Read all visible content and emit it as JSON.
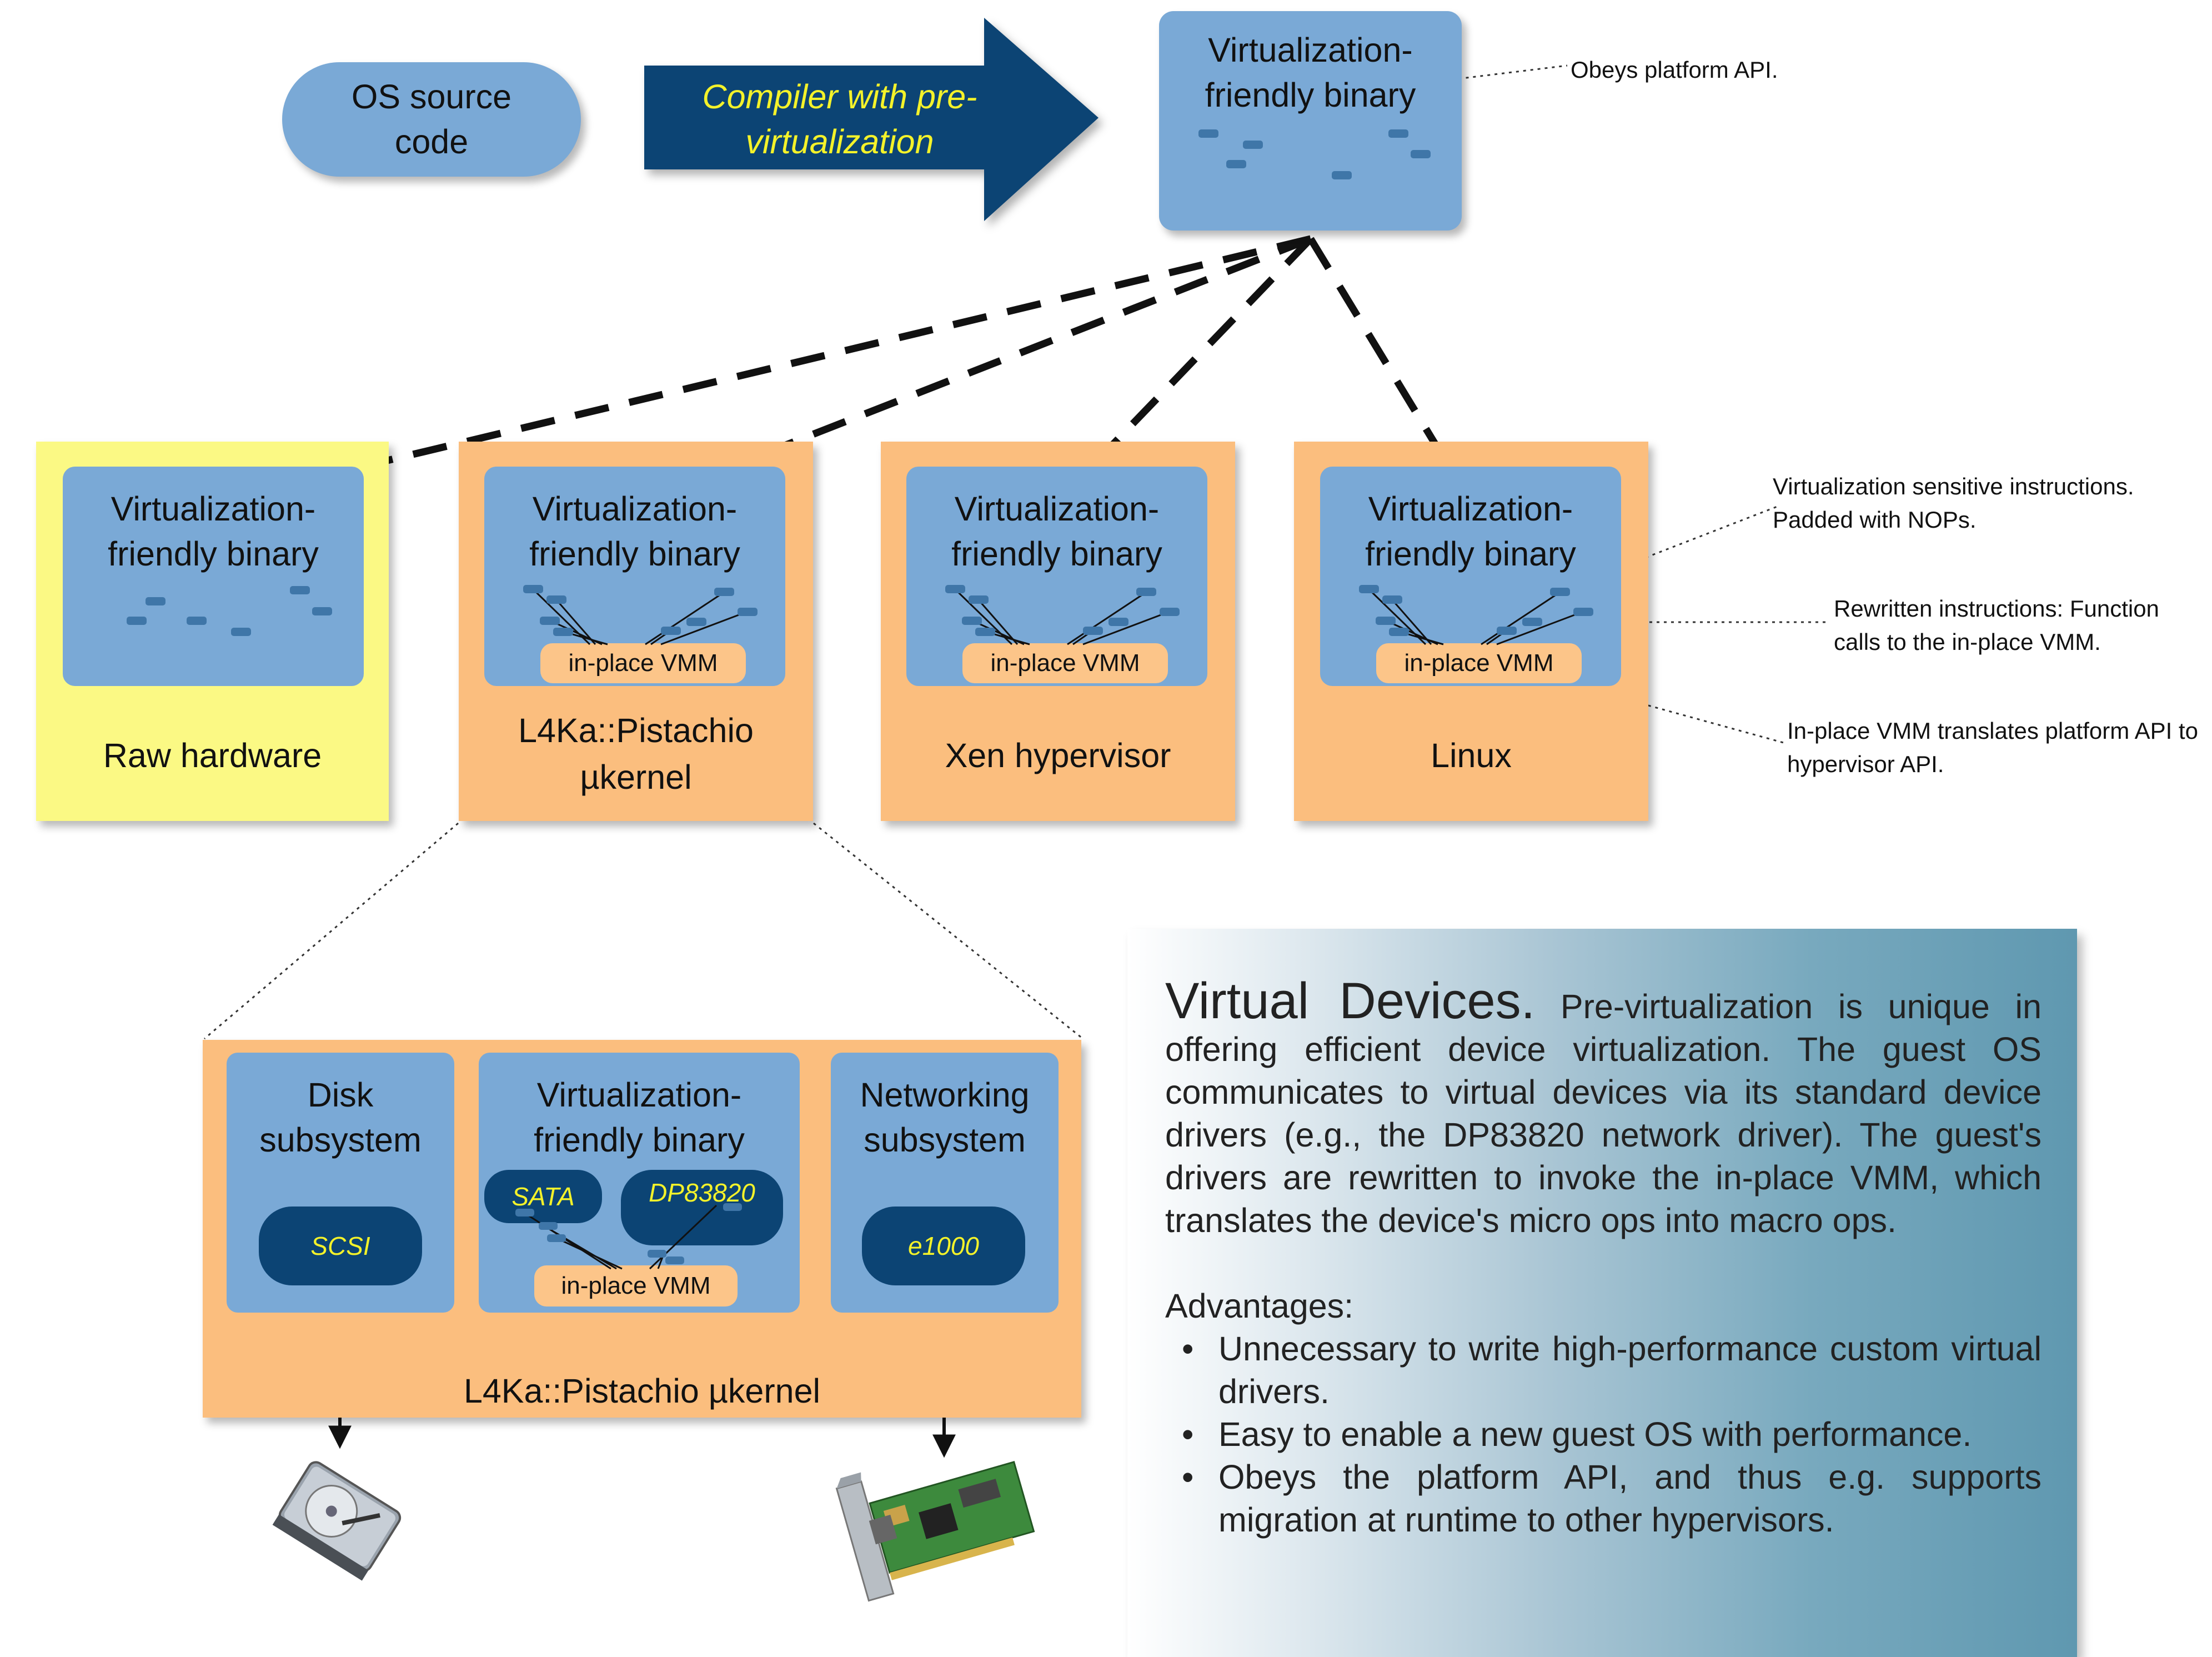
{
  "top": {
    "os_source": "OS source code",
    "compiler": "Compiler with pre-virtualization",
    "top_binary": "Virtualization-friendly binary",
    "obeys_api": "Obeys platform API."
  },
  "platforms": [
    {
      "binary": "Virtualization-friendly binary",
      "label": "Raw hardware"
    },
    {
      "binary": "Virtualization-friendly binary",
      "vmm": "in-place VMM",
      "label": "L4Ka::Pistachio µkernel"
    },
    {
      "binary": "Virtualization-friendly binary",
      "vmm": "in-place VMM",
      "label": "Xen hypervisor"
    },
    {
      "binary": "Virtualization-friendly binary",
      "vmm": "in-place VMM",
      "label": "Linux"
    }
  ],
  "annotations": {
    "sensitive": "Virtualization sensitive instructions. Padded with NOPs.",
    "rewritten": "Rewritten instructions: Function calls to the in-place VMM.",
    "translates": "In-place VMM translates platform API to hypervisor API."
  },
  "detail": {
    "disk": "Disk subsystem",
    "scsi": "SCSI",
    "binary": "Virtualization-friendly binary",
    "sata": "SATA",
    "dp83820": "DP83820",
    "vmm": "in-place VMM",
    "network": "Networking subsystem",
    "e1000": "e1000",
    "kernel": "L4Ka::Pistachio µkernel"
  },
  "panel": {
    "heading": "Virtual Devices.",
    "body": "Pre-virtualization is unique in offering efficient device virtualization.  The guest OS communicates to virtual devices via its standard device drivers (e.g., the DP83820 network driver). The guest's drivers are rewritten to invoke the in-place VMM, which translates the device's micro ops into macro ops.",
    "advantages_title": "Advantages:",
    "bullet_symbol": "•",
    "advantages": [
      "Unnecessary to write high-performance custom virtual drivers.",
      "Easy to enable a new guest OS with performance.",
      "Obeys the platform API, and thus e.g. supports migration at runtime to other hypervisors."
    ]
  },
  "colors": {
    "binary_blue": "#7aa9d6",
    "dark_blue": "#0c4474",
    "orange": "#fbbe7e",
    "yellow": "#fbf984",
    "compiler_text": "#f4f22a"
  }
}
